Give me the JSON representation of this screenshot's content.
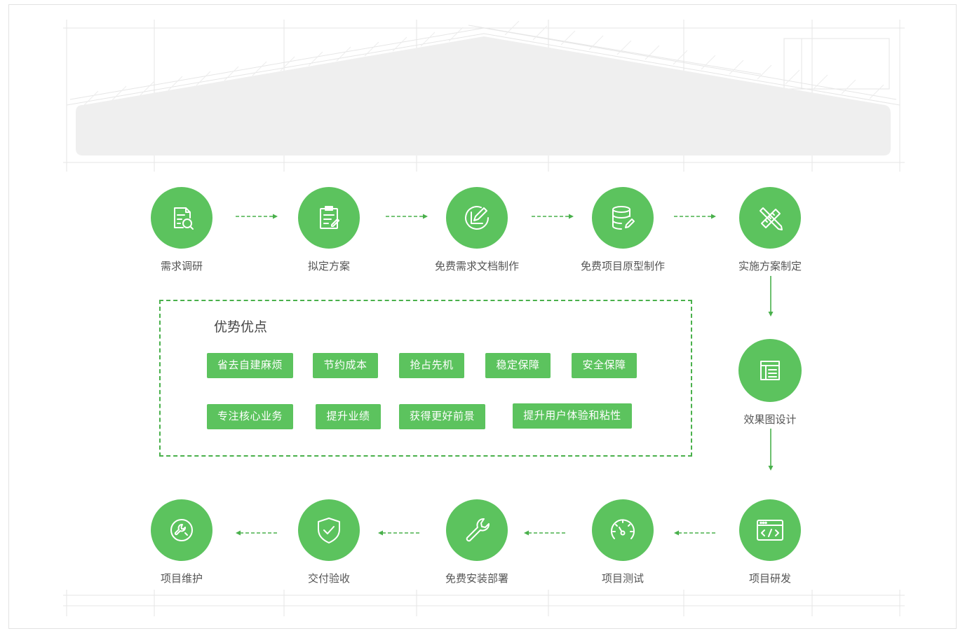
{
  "colors": {
    "accent": "#5cc35e",
    "dashed": "#49b04b",
    "sketch": "#e4e4e4"
  },
  "steps": [
    {
      "label": "需求调研",
      "icon": "document-search-icon"
    },
    {
      "label": "拟定方案",
      "icon": "clipboard-edit-icon"
    },
    {
      "label": "免费需求文档制作",
      "icon": "edit-circle-icon"
    },
    {
      "label": "免费项目原型制作",
      "icon": "database-edit-icon"
    },
    {
      "label": "实施方案制定",
      "icon": "pencil-ruler-icon"
    },
    {
      "label": "效果图设计",
      "icon": "layout-icon"
    },
    {
      "label": "项目研发",
      "icon": "code-window-icon"
    },
    {
      "label": "项目测试",
      "icon": "gauge-icon"
    },
    {
      "label": "免费安装部署",
      "icon": "wrench-icon"
    },
    {
      "label": "交付验收",
      "icon": "shield-check-icon"
    },
    {
      "label": "项目维护",
      "icon": "maintenance-icon"
    }
  ],
  "advantages": {
    "title": "优势优点",
    "tags": [
      "省去自建麻烦",
      "节约成本",
      "抢占先机",
      "稳定保障",
      "安全保障",
      "专注核心业务",
      "提升业绩",
      "获得更好前景",
      "提升用户体验和粘性"
    ]
  }
}
